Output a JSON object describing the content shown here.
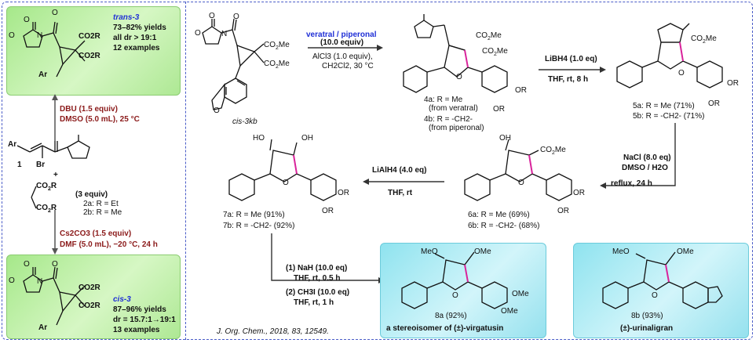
{
  "top_left": {
    "label": "trans-3",
    "yields": "73–82% yields",
    "dr": "all dr > 19:1",
    "examples": "12 examples",
    "substituent": "CO2R",
    "ar": "Ar"
  },
  "cond_trans": {
    "line1": "DBU (1.5 equiv)",
    "line2": "DMSO (5.0 mL), 25 °C"
  },
  "start": {
    "compound": "1",
    "ar": "Ar",
    "br": "Br",
    "plus": "+",
    "malonate_equiv": "(3 equiv)",
    "malonate_2a": "2a: R = Et",
    "malonate_2b": "2b: R = Me"
  },
  "cond_cis": {
    "line1": "Cs2CO3 (1.5 equiv)",
    "line2": "DMF (5.0 mL), −20 °C, 24 h"
  },
  "bottom_left": {
    "label": "cis-3",
    "yields": "87–96% yields",
    "dr": "dr = 15.7:1→19:1",
    "examples": "13 examples"
  },
  "scheme": {
    "sm_label": "cis-3kb",
    "step1": {
      "reagent": "veratral / piperonal",
      "equiv": "(10.0 equiv)",
      "line2": "AlCl3 (1.0 equiv),",
      "line3": "CH2Cl2, 30 °C"
    },
    "p4a": "4a: R = Me",
    "p4a_note": "(from veratral)",
    "p4b": "4b: R = -CH2-",
    "p4b_note": "(from piperonal)",
    "step2": {
      "line1": "LiBH4 (1.0 eq)",
      "line2": "THF, rt, 8 h"
    },
    "p5a": "5a: R = Me (71%)",
    "p5b": "5b: R = -CH2- (71%)",
    "step3": {
      "line1": "NaCl (8.0 eq)",
      "line2": "DMSO / H2O",
      "line3": "reflux, 24 h"
    },
    "p6a": "6a: R = Me (69%)",
    "p6b": "6b: R = -CH2- (68%)",
    "step4": {
      "line1": "LiAlH4 (4.0 eq)",
      "line2": "THF, rt"
    },
    "p7a": "7a: R = Me (91%)",
    "p7b": "7b: R = -CH2- (92%)",
    "step5": {
      "line1": "(1) NaH (10.0 eq)",
      "line2": "THF, rt, 0.5 h",
      "line3": "(2) CH3I (10.0 eq)",
      "line4": "THF, rt, 1 h"
    },
    "p8a": "8a (92%)",
    "p8a_name": "a stereoisomer of (±)-virgatusin",
    "p8b": "8b (93%)",
    "p8b_name": "(±)-urinaligran",
    "ref": "J. Org. Chem., 2018, 83, 12549."
  },
  "colors": {
    "frame": "#4a5cc8",
    "green_box": "#b9f0a0",
    "cyan_box": "#a9ebf5",
    "blue": "#1f2fd6",
    "dark_red": "#8b1a1a",
    "magenta_bond": "#d9239b"
  }
}
